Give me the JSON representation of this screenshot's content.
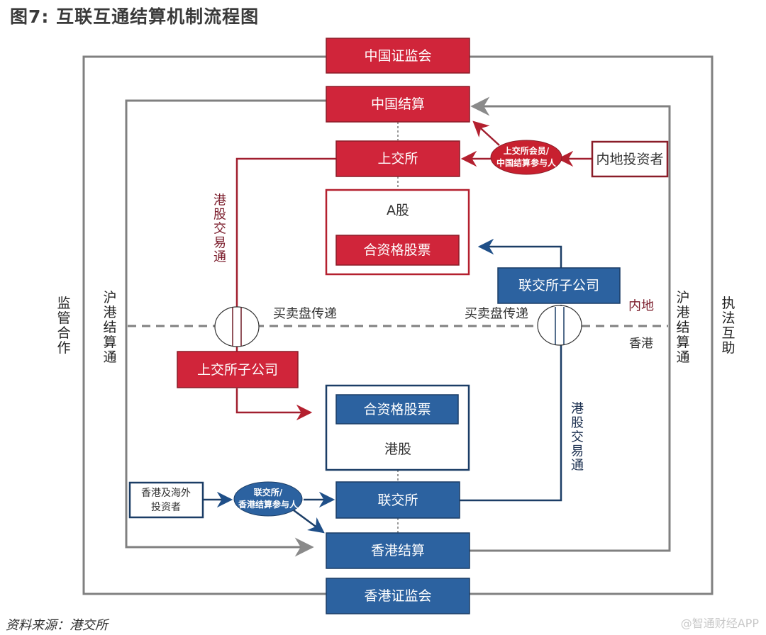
{
  "title": "图7: 互联互通结算机制流程图",
  "source": "资料来源：港交所",
  "watermark": "@智通财经APP",
  "colors": {
    "mainland_red": "#d0253a",
    "hk_blue": "#2c62a0",
    "line_gray": "#808080"
  },
  "nodes": {
    "csrc": "中国证监会",
    "chinaclear": "中国结算",
    "sse": "上交所",
    "a_share_group": "A股",
    "a_share_eligible": "合资格股票",
    "mainland_investor": "内地投资者",
    "mainland_participant_line1": "上交所会员/",
    "mainland_participant_line2": "中国结算参与人",
    "hkex_subsidiary": "联交所子公司",
    "sse_subsidiary": "上交所子公司",
    "hk_share_eligible": "合资格股票",
    "hk_share_group": "港股",
    "hk_investor_line1": "香港及海外",
    "hk_investor_line2": "投资者",
    "hk_participant_line1": "联交所/",
    "hk_participant_line2": "香港结算参与人",
    "sehk": "联交所",
    "hkscc": "香港结算",
    "sfc": "香港证监会"
  },
  "labels": {
    "order_routing_left": "买卖盘传递",
    "order_routing_right": "买卖盘传递",
    "mainland": "内地",
    "hongkong": "香港",
    "southbound": [
      "港",
      "股",
      "交",
      "易",
      "通"
    ],
    "northbound": [
      "港",
      "股",
      "交",
      "易",
      "通"
    ],
    "regulatory_coop": [
      "监",
      "管",
      "合",
      "作"
    ],
    "clearing_link_left": [
      "沪",
      "港",
      "结",
      "算",
      "通"
    ],
    "clearing_link_right": [
      "沪",
      "港",
      "结",
      "算",
      "通"
    ],
    "enforcement": [
      "执",
      "法",
      "互",
      "助"
    ]
  }
}
